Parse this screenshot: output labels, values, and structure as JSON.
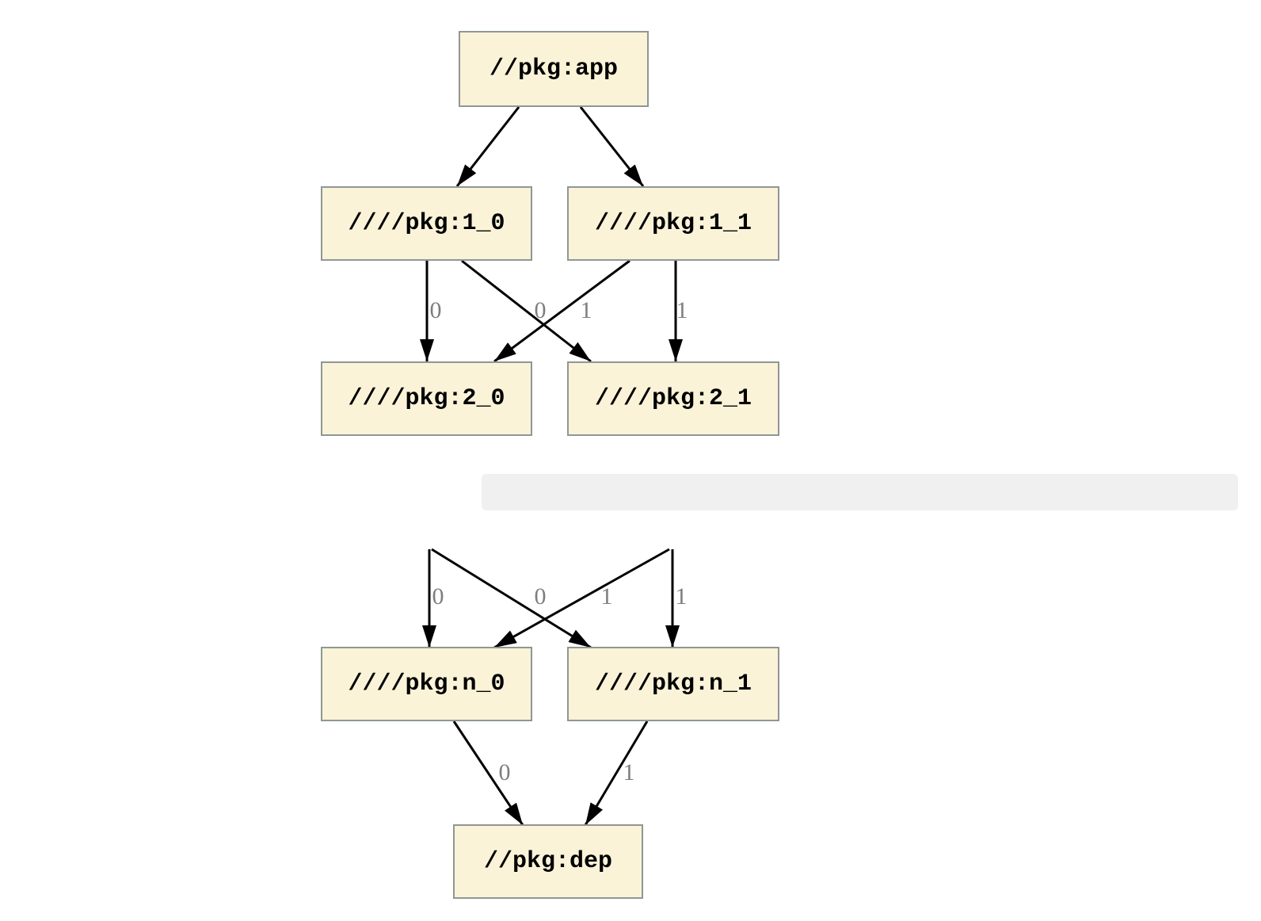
{
  "graph": {
    "nodes": {
      "app": {
        "label": "//pkg:app"
      },
      "l1_0": {
        "label": "////pkg:1_0"
      },
      "l1_1": {
        "label": "////pkg:1_1"
      },
      "l2_0": {
        "label": "////pkg:2_0"
      },
      "l2_1": {
        "label": "////pkg:2_1"
      },
      "ln_0": {
        "label": "////pkg:n_0"
      },
      "ln_1": {
        "label": "////pkg:n_1"
      },
      "dep": {
        "label": "//pkg:dep"
      }
    },
    "edge_labels": {
      "upper": [
        "0",
        "0",
        "1",
        "1"
      ],
      "lower": [
        "0",
        "0",
        "1",
        "1"
      ],
      "bottom": [
        "0",
        "1"
      ]
    },
    "colors": {
      "node_fill": "#FAF3D8",
      "node_border": "#8F9795",
      "edge": "#000000",
      "edge_label": "#7E7E7E",
      "code_band_background": "#F0F0F0"
    }
  },
  "ellipsis_block": {
    "text": ". . ."
  }
}
